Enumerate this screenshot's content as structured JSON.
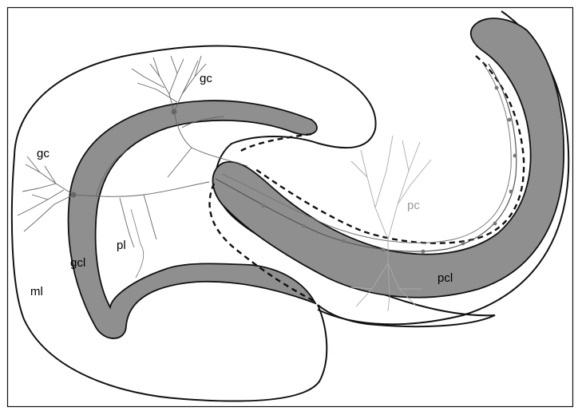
{
  "figure": {
    "labels": {
      "gc_top": "gc",
      "gc_left": "gc",
      "gcl": "gcl",
      "ml": "ml",
      "pl": "pl",
      "pc": "pc",
      "pcl": "pcl"
    },
    "colors": {
      "layer_fill": "#8f8f8f",
      "outline": "#111111",
      "neuron": "#666666",
      "pyramidal": "#aaaaaa",
      "background": "#ffffff"
    }
  }
}
